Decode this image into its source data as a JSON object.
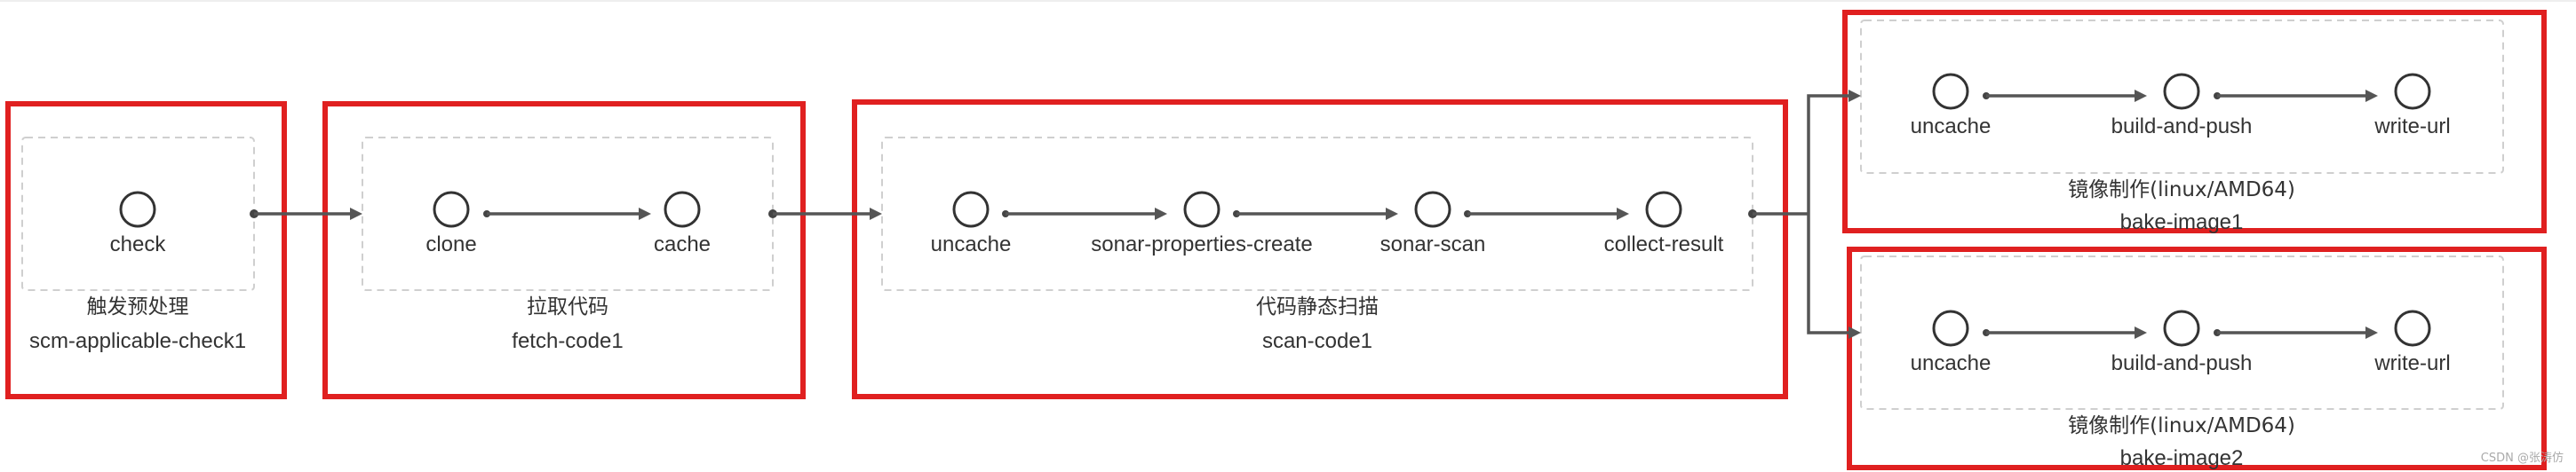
{
  "stages": [
    {
      "title": "触发预处理",
      "id": "scm-applicable-check1",
      "steps": [
        "check"
      ]
    },
    {
      "title": "拉取代码",
      "id": "fetch-code1",
      "steps": [
        "clone",
        "cache"
      ]
    },
    {
      "title": "代码静态扫描",
      "id": "scan-code1",
      "steps": [
        "uncache",
        "sonar-properties-create",
        "sonar-scan",
        "collect-result"
      ]
    },
    {
      "title": "镜像制作(linux/AMD64)",
      "id": "bake-image1",
      "steps": [
        "uncache",
        "build-and-push",
        "write-url"
      ]
    },
    {
      "title": "镜像制作(linux/AMD64)",
      "id": "bake-image2",
      "steps": [
        "uncache",
        "build-and-push",
        "write-url"
      ]
    }
  ],
  "watermark": "CSDN @张涛仿",
  "colors": {
    "highlight": "#e02020",
    "edge": "#555555",
    "node": "#333333",
    "dashed": "#cfcfcf"
  }
}
